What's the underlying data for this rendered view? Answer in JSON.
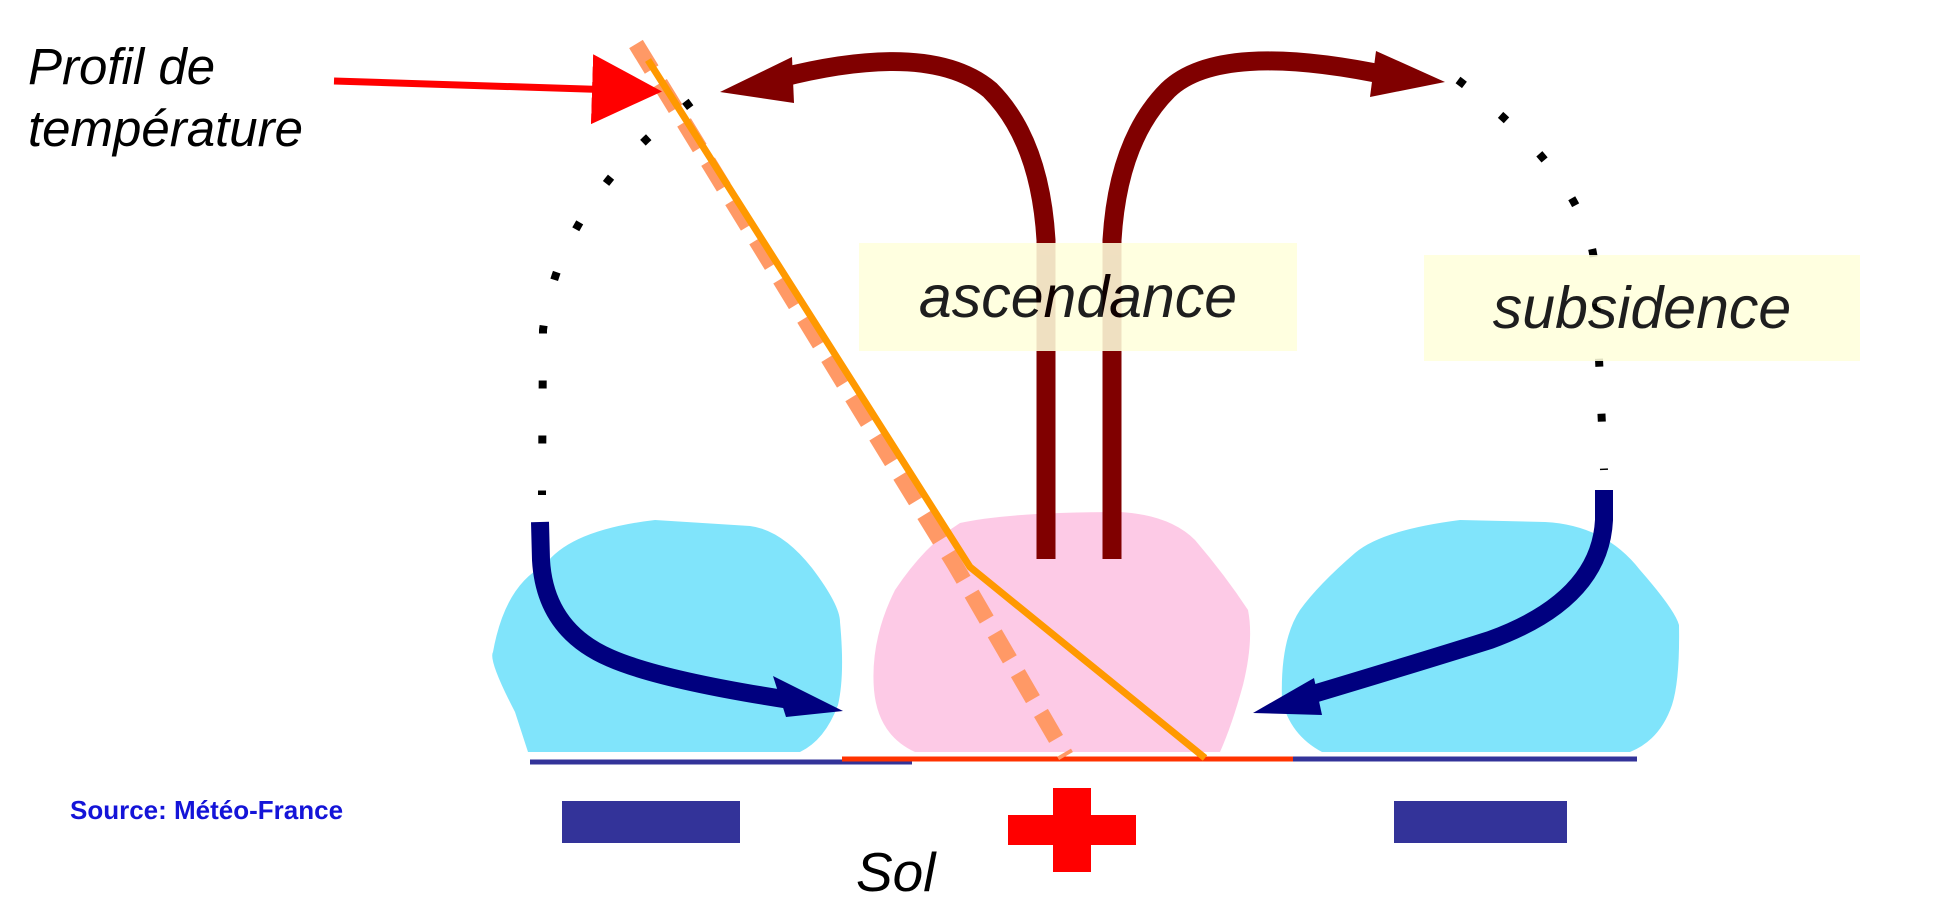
{
  "labels": {
    "profil_line1": "Profil de",
    "profil_line2": "température",
    "ascendance": "ascendance",
    "subsidence": "subsidence",
    "source": "Source: Météo-France",
    "sol": "Sol"
  },
  "colors": {
    "cold_blob": "#80e4fb",
    "warm_blob": "#fdcae6",
    "updraft": "#800000",
    "downdraft": "#00007f",
    "temperature_profile": "#ff9900",
    "dashed_profile": "#ff9966",
    "pointer": "#ff0000",
    "ground_cold": "#333399",
    "ground_warm": "#ff3300",
    "label_box": "#ffffdc",
    "source_text": "#1414d8"
  },
  "symbols": {
    "minus": "minus-sign",
    "plus": "plus-sign"
  }
}
